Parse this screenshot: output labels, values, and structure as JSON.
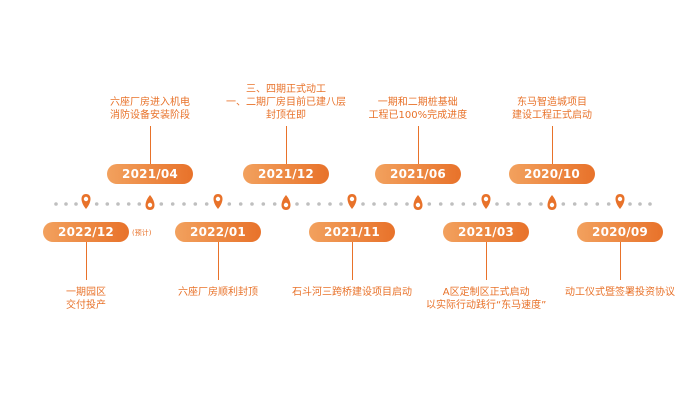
{
  "colors": {
    "accent": "#e8722a",
    "accent_light": "#f2a15e",
    "dot": "#bfbfbf"
  },
  "milestones": [
    {
      "date": "2022/12",
      "note": "(预计)",
      "caption_lines": [
        "一期园区",
        "交付投产"
      ],
      "side": "below",
      "icon": "location-pin"
    },
    {
      "date": "2021/04",
      "caption_lines": [
        "六座厂房进入机电",
        "消防设备安装阶段"
      ],
      "side": "above",
      "icon": "flame-drop"
    },
    {
      "date": "2022/01",
      "caption_lines": [
        "六座厂房顺利封顶"
      ],
      "side": "below",
      "icon": "location-pin"
    },
    {
      "date": "2021/12",
      "caption_lines": [
        "三、四期正式动工",
        "一、二期厂房目前已建八层",
        "封顶在即"
      ],
      "side": "above",
      "icon": "flame-drop"
    },
    {
      "date": "2021/11",
      "caption_lines": [
        "石斗河三跨桥建设项目启动"
      ],
      "side": "below",
      "icon": "location-pin"
    },
    {
      "date": "2021/06",
      "caption_lines": [
        "一期和二期桩基础",
        "工程已100%完成进度"
      ],
      "side": "above",
      "icon": "flame-drop"
    },
    {
      "date": "2021/03",
      "caption_lines": [
        "A区定制区正式启动",
        "以实际行动践行“东马速度”"
      ],
      "side": "below",
      "icon": "location-pin"
    },
    {
      "date": "2020/10",
      "caption_lines": [
        "东马智造城项目",
        "建设工程正式启动"
      ],
      "side": "above",
      "icon": "flame-drop"
    },
    {
      "date": "2020/09",
      "caption_lines": [
        "动工仪式暨签署投资协议"
      ],
      "side": "below",
      "icon": "location-pin"
    }
  ]
}
